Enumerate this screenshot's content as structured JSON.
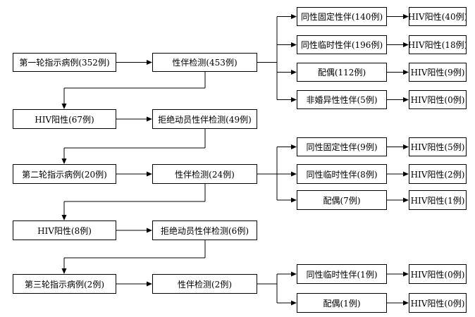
{
  "nodes": {
    "r1_index": "第一轮指示病例(352例)",
    "r1_test": "性伴检测(453例)",
    "r1_p1": "同性固定性伴(140例)",
    "r1_p1_hiv": "HIV阳性(40例)",
    "r1_p2": "同性临时性伴(196例)",
    "r1_p2_hiv": "HIV阳性(18例)",
    "r1_p3": "配偶(112例)",
    "r1_p3_hiv": "HIV阳性(9例)",
    "r1_p4": "非婚异性性伴(5例)",
    "r1_p4_hiv": "HIV阳性(0例)",
    "r1_pos": "HIV阳性(67例)",
    "r1_refuse": "拒绝动员性伴检测(49例)",
    "r2_index": "第二轮指示病例(20例)",
    "r2_test": "性伴检测(24例)",
    "r2_p1": "同性固定性伴(9例)",
    "r2_p1_hiv": "HIV阳性(5例)",
    "r2_p2": "同性临时性伴(8例)",
    "r2_p2_hiv": "HIV阳性(2例)",
    "r2_p3": "配偶(7例)",
    "r2_p3_hiv": "HIV阳性(1例)",
    "r2_pos": "HIV阳性(8例)",
    "r2_refuse": "拒绝动员性伴检测(6例)",
    "r3_index": "第三轮指示病例(2例)",
    "r3_test": "性伴检测(2例)",
    "r3_p1": "同性临时性伴(1例)",
    "r3_p1_hiv": "HIV阳性(0例)",
    "r3_p2": "配偶(1例)",
    "r3_p2_hiv": "HIV阳性(0例)"
  }
}
